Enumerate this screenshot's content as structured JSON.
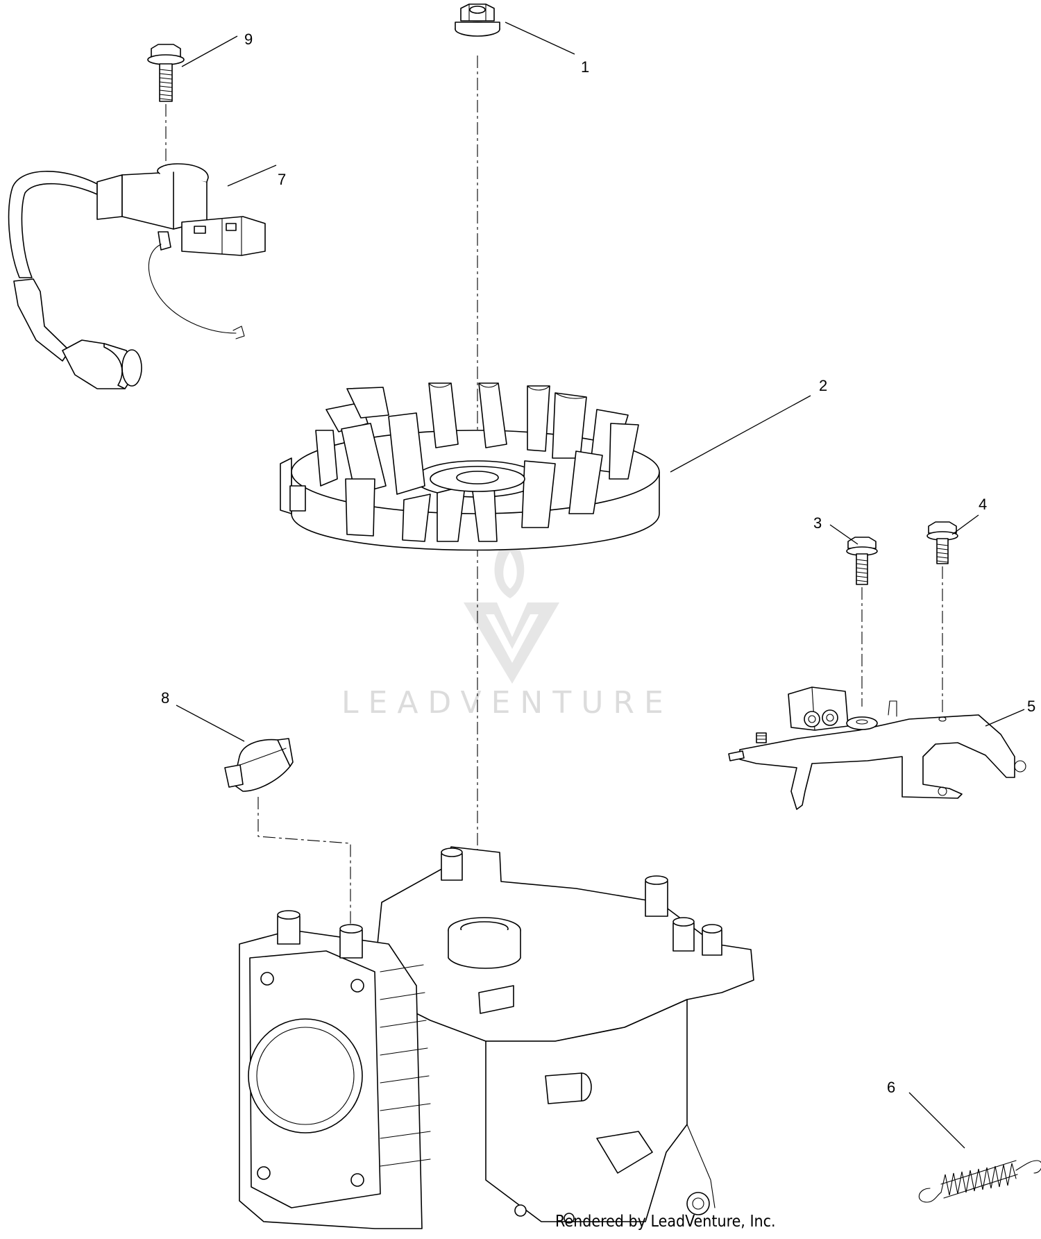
{
  "watermark": {
    "text": "LEADVENTURE"
  },
  "callouts": [
    {
      "id": "1",
      "label": "1"
    },
    {
      "id": "2",
      "label": "2"
    },
    {
      "id": "3",
      "label": "3"
    },
    {
      "id": "4",
      "label": "4"
    },
    {
      "id": "5",
      "label": "5"
    },
    {
      "id": "6",
      "label": "6"
    },
    {
      "id": "7",
      "label": "7"
    },
    {
      "id": "8",
      "label": "8"
    },
    {
      "id": "9",
      "label": "9"
    }
  ],
  "credit": {
    "text": "Rendered by LeadVenture, Inc."
  }
}
